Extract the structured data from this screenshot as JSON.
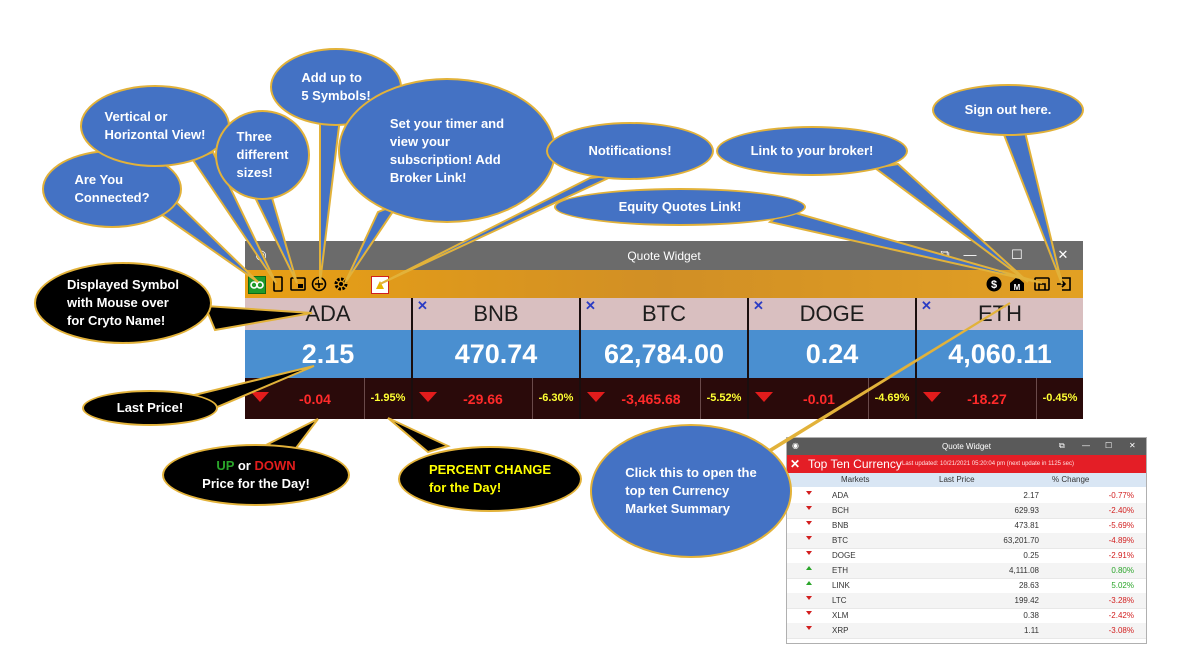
{
  "widget": {
    "title": "Quote Widget",
    "tiles": [
      {
        "symbol": "ADA",
        "close": "",
        "price": "2.15",
        "change": "-0.04",
        "percent": "-1.95%"
      },
      {
        "symbol": "BNB",
        "close": "✕",
        "price": "470.74",
        "change": "-29.66",
        "percent": "-6.30%"
      },
      {
        "symbol": "BTC",
        "close": "✕",
        "price": "62,784.00",
        "change": "-3,465.68",
        "percent": "-5.52%"
      },
      {
        "symbol": "DOGE",
        "close": "✕",
        "price": "0.24",
        "change": "-0.01",
        "percent": "-4.69%"
      },
      {
        "symbol": "ETH",
        "close": "✕",
        "price": "4,060.11",
        "change": "-18.27",
        "percent": "-0.45%"
      }
    ],
    "toolbar_icons": [
      "link-icon",
      "vertical-view-icon",
      "size-icon",
      "add-symbol-icon",
      "settings-icon",
      "notification-icon",
      "dollar-icon",
      "broker-icon",
      "equity-quotes-icon",
      "sign-out-icon"
    ]
  },
  "callouts": {
    "connected": "Are You\nConnected?",
    "view": "Vertical or\nHorizontal View!",
    "sizes": "Three\ndifferent\nsizes!",
    "add": "Add up to\n5 Symbols!",
    "timer": "Set your timer and\nview your\nsubscription! Add\nBroker Link!",
    "notifications": "Notifications!",
    "broker": "Link to your broker!",
    "signout": "Sign out here.",
    "equity": "Equity Quotes Link!",
    "symbol": "Displayed Symbol\nwith Mouse over\nfor Cryto Name!",
    "last_price": "Last Price!",
    "up": "UP",
    "or": " or ",
    "down": "DOWN",
    "up_down_rest": "Price for the Day!",
    "percent": "PERCENT CHANGE\nfor the Day!",
    "topten": "Click this to open the\ntop ten Currency\nMarket Summary"
  },
  "top_ten": {
    "title": "Quote Widget",
    "heading": "Top Ten Currency",
    "updated": "Last updated: 10/21/2021 05:20:04 pm (next update in 1125 sec)",
    "columns": [
      "Markets",
      "Last Price",
      "% Change"
    ],
    "rows": [
      {
        "dir": "down",
        "market": "ADA",
        "price": "2.17",
        "change": "-0.77%"
      },
      {
        "dir": "down",
        "market": "BCH",
        "price": "629.93",
        "change": "-2.40%"
      },
      {
        "dir": "down",
        "market": "BNB",
        "price": "473.81",
        "change": "-5.69%"
      },
      {
        "dir": "down",
        "market": "BTC",
        "price": "63,201.70",
        "change": "-4.89%"
      },
      {
        "dir": "down",
        "market": "DOGE",
        "price": "0.25",
        "change": "-2.91%"
      },
      {
        "dir": "up",
        "market": "ETH",
        "price": "4,111.08",
        "change": "0.80%"
      },
      {
        "dir": "up",
        "market": "LINK",
        "price": "28.63",
        "change": "5.02%"
      },
      {
        "dir": "down",
        "market": "LTC",
        "price": "199.42",
        "change": "-3.28%"
      },
      {
        "dir": "down",
        "market": "XLM",
        "price": "0.38",
        "change": "-2.42%"
      },
      {
        "dir": "down",
        "market": "XRP",
        "price": "1.11",
        "change": "-3.08%"
      }
    ]
  },
  "colors": {
    "accent": "#4472c4",
    "negative": "#d21e1e",
    "positive": "#2aa52a",
    "toolbar": "#e8a015"
  }
}
